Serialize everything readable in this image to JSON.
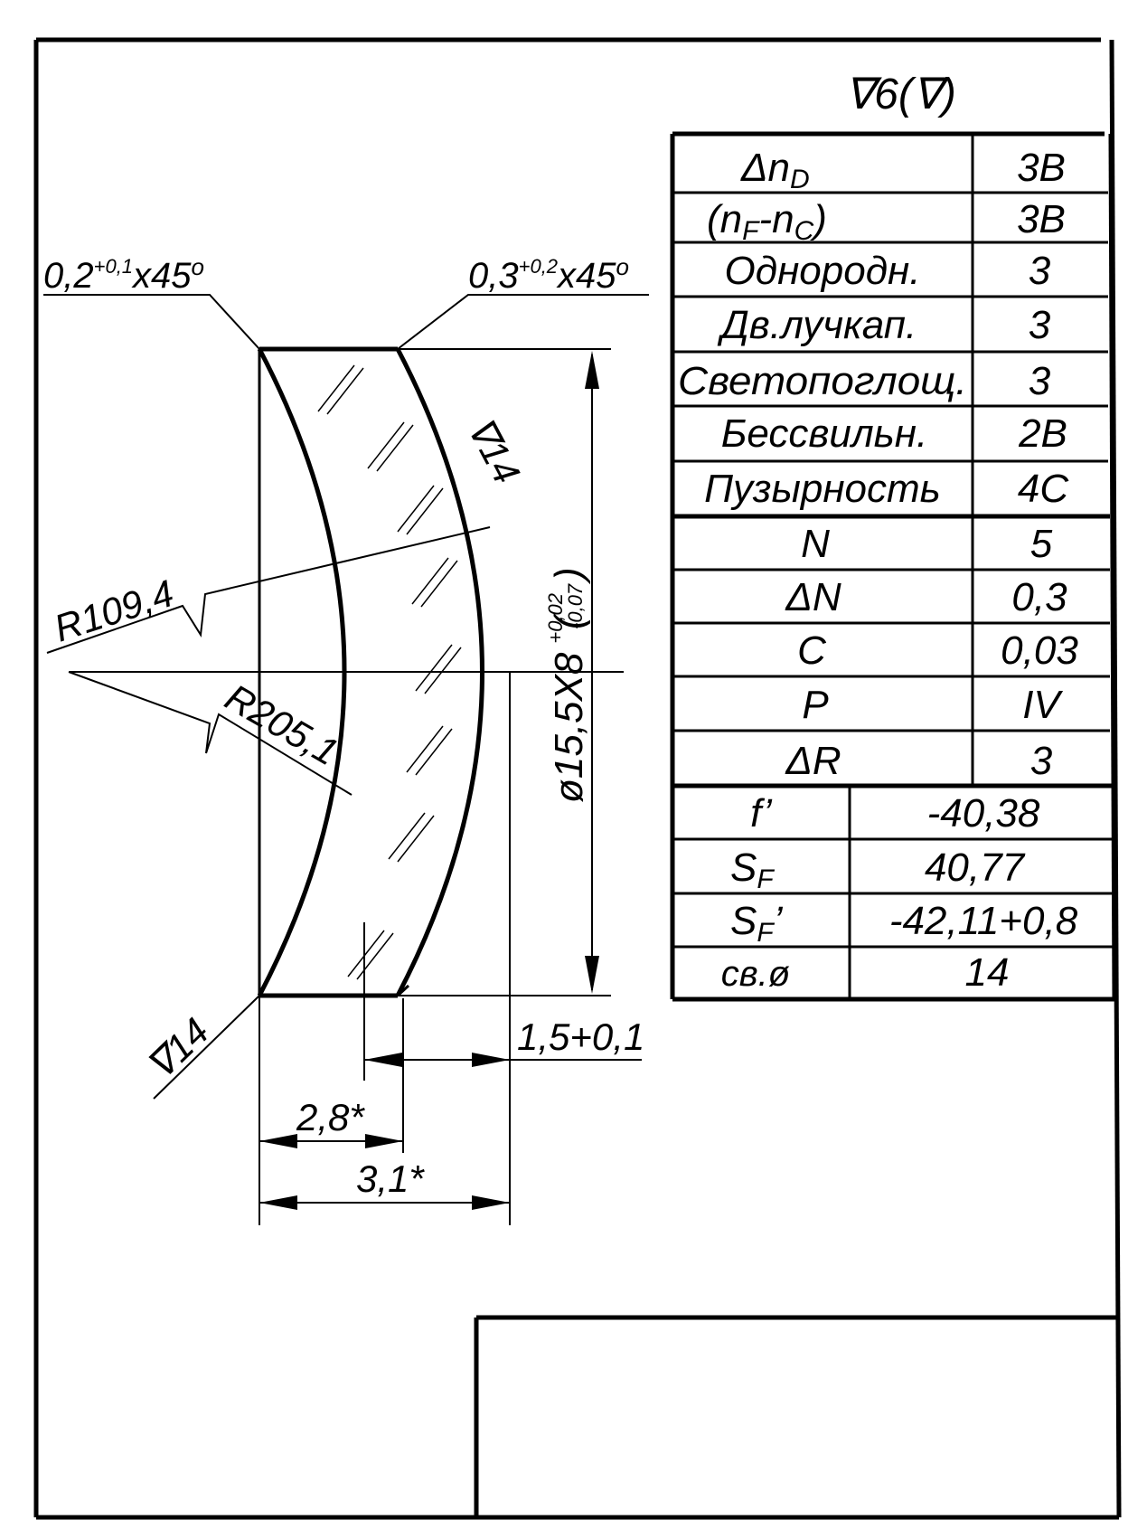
{
  "surface_finish": {
    "symbol": "∇",
    "value": "6",
    "parenthetical": "(∇)"
  },
  "glass_table": [
    {
      "param_main": "Δn",
      "param_sub": "D",
      "value": "3В"
    },
    {
      "param_main": "(n",
      "param_sub": "F",
      "param_mid": "-n",
      "param_sub2": "C",
      "param_end": ")",
      "value": "3В"
    },
    {
      "param_main": "Однородн.",
      "value": "3"
    },
    {
      "param_main": "Дв.лучкап.",
      "value": "3"
    },
    {
      "param_main": "Светопоглощ.",
      "value": "3"
    },
    {
      "param_main": "Бессвильн.",
      "value": "2В"
    },
    {
      "param_main": "Пузырность",
      "value": "4С"
    }
  ],
  "tolerance_table": [
    {
      "param": "N",
      "value": "5"
    },
    {
      "param": "ΔN",
      "value": "0,3"
    },
    {
      "param": "C",
      "value": "0,03"
    },
    {
      "param": "P",
      "value": "IV"
    },
    {
      "param": "ΔR",
      "value": "3"
    }
  ],
  "optics_table": [
    {
      "param_main": "f’",
      "value": "-40,38"
    },
    {
      "param_main": "S",
      "param_sub": "F",
      "value": "40,77"
    },
    {
      "param_main": "S",
      "param_sub": "F",
      "param_end": "’",
      "value": "-42,11+0,8"
    },
    {
      "param_main": "св.ø",
      "value": "14"
    }
  ],
  "annotations": {
    "chamfer_left": {
      "base": "0,2",
      "sup": "+0,1",
      "rest": "x45",
      "deg": "o"
    },
    "chamfer_right": {
      "base": "0,3",
      "sup": "+0,2",
      "rest": "x45",
      "deg": "o"
    },
    "roughness_right": "∇14",
    "roughness_left": "∇14",
    "radius_1": "R109,4",
    "radius_2": "R205,1",
    "diameter": {
      "main": "ø15,5X8",
      "tol_upper": "+0,02",
      "tol_lower": "-0,07"
    },
    "dim_edge": "1,5+0,1",
    "dim_28": "2,8*",
    "dim_31": "3,1*"
  }
}
